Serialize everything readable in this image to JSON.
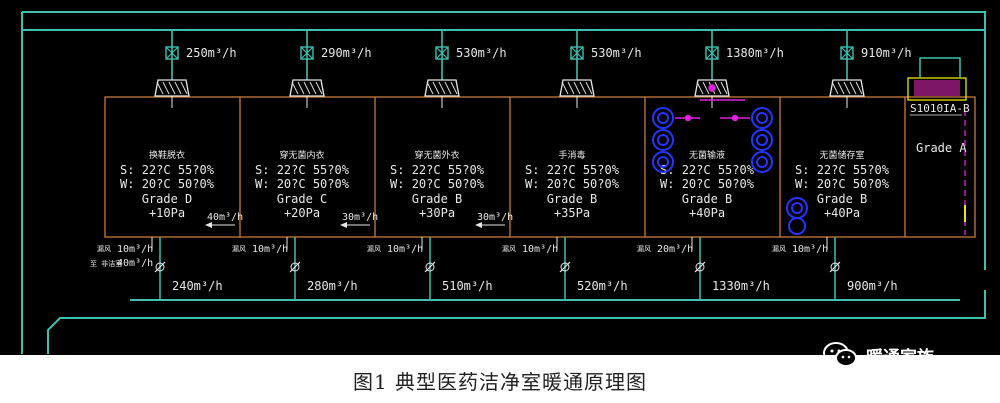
{
  "colors": {
    "background": "#000000",
    "duct": "#3fbfb0",
    "wall": "#c77a3a",
    "text": "#e8e8e8",
    "magenta": "#e020e0",
    "yellow": "#e8e800",
    "blue_device": "#2535ff"
  },
  "supply_flows": [
    "250m³/h",
    "290m³/h",
    "530m³/h",
    "530m³/h",
    "1380m³/h",
    "910m³/h"
  ],
  "rooms": [
    {
      "name": "换鞋脱衣",
      "summer": "S: 22?C 55?0%",
      "winter": "W: 20?C 50?0%",
      "grade": "Grade D",
      "pressure": "+10Pa",
      "leak_label": "漏风",
      "leak": "10m³/h",
      "extra_label": "至 非洁室",
      "extra": "40m³/h",
      "transfer": "40m³/h",
      "exhaust": "240m³/h"
    },
    {
      "name": "穿无菌内衣",
      "summer": "S: 22?C 55?0%",
      "winter": "W: 20?C 50?0%",
      "grade": "Grade C",
      "pressure": "+20Pa",
      "leak_label": "漏风",
      "leak": "10m³/h",
      "transfer": "30m³/h",
      "exhaust": "280m³/h"
    },
    {
      "name": "穿无菌外衣",
      "summer": "S: 22?C 55?0%",
      "winter": "W: 20?C 50?0%",
      "grade": "Grade B",
      "pressure": "+30Pa",
      "leak_label": "漏风",
      "leak": "10m³/h",
      "transfer": "30m³/h",
      "exhaust": "510m³/h"
    },
    {
      "name": "手消毒",
      "summer": "S: 22?C 55?0%",
      "winter": "W: 20?C 50?0%",
      "grade": "Grade B",
      "pressure": "+35Pa",
      "leak_label": "漏风",
      "leak": "10m³/h",
      "transfer": "",
      "exhaust": "520m³/h"
    },
    {
      "name": "无菌输液",
      "summer": "S: 22?C 55?0%",
      "winter": "W: 20?C 50?0%",
      "grade": "Grade B",
      "pressure": "+40Pa",
      "leak_label": "漏风",
      "leak": "20m³/h",
      "transfer": "",
      "exhaust": "1330m³/h"
    },
    {
      "name": "无菌储存室",
      "summer": "S: 22?C 55?0%",
      "winter": "W: 20?C 50?0%",
      "grade": "Grade B",
      "pressure": "+40Pa",
      "leak_label": "漏风",
      "leak": "10m³/h",
      "transfer": "",
      "exhaust": "900m³/h"
    }
  ],
  "cabinet": {
    "label": "S1010IA-B",
    "grade": "Grade A"
  },
  "caption": "图1   典型医药洁净室暖通原理图",
  "watermark": "暖通家族"
}
